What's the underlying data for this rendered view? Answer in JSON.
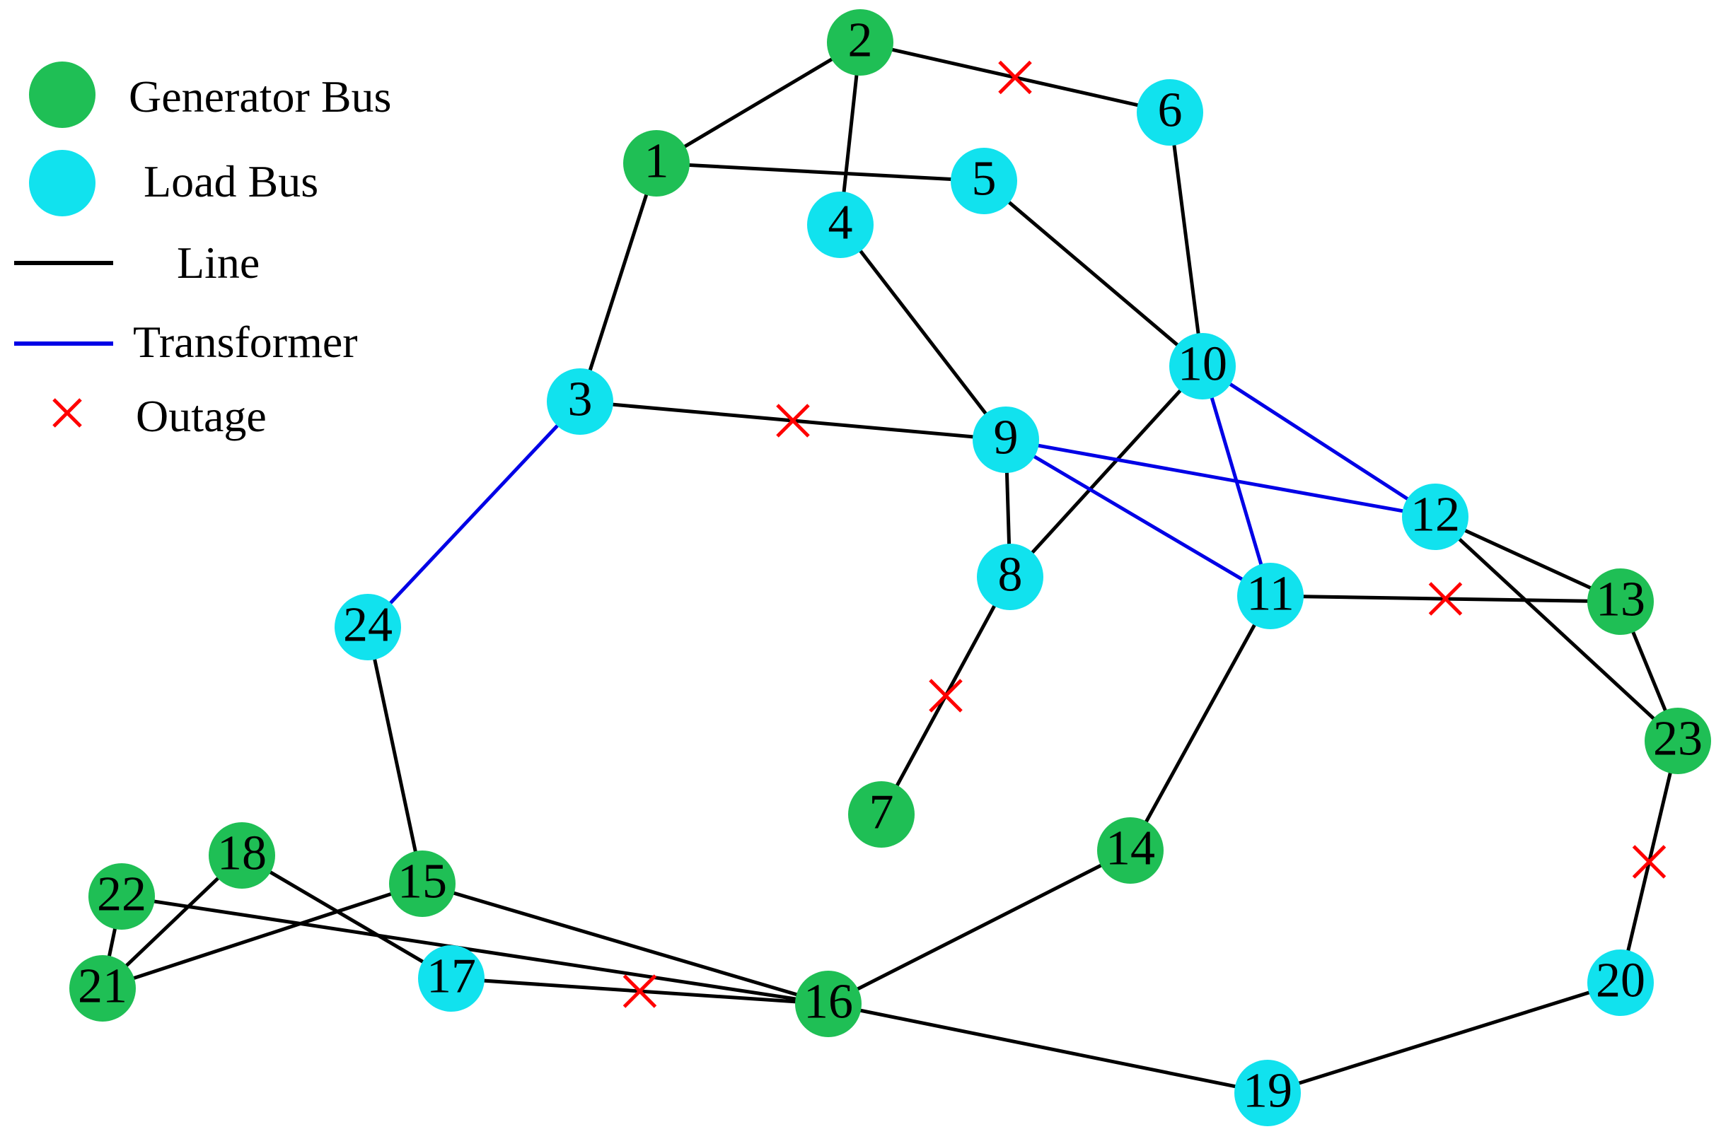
{
  "legend": {
    "generator_label": "Generator Bus",
    "load_label": "Load Bus",
    "line_label": "Line",
    "transformer_label": "Transformer",
    "outage_label": "Outage"
  },
  "colors": {
    "generator": "#1fbf55",
    "load": "#11e2ee",
    "line": "#000000",
    "transformer": "#0000e6",
    "outage": "#ff0000"
  },
  "buses": [
    {
      "id": "1",
      "type": "generator"
    },
    {
      "id": "2",
      "type": "generator"
    },
    {
      "id": "3",
      "type": "load"
    },
    {
      "id": "4",
      "type": "load"
    },
    {
      "id": "5",
      "type": "load"
    },
    {
      "id": "6",
      "type": "load"
    },
    {
      "id": "7",
      "type": "generator"
    },
    {
      "id": "8",
      "type": "load"
    },
    {
      "id": "9",
      "type": "load"
    },
    {
      "id": "10",
      "type": "load"
    },
    {
      "id": "11",
      "type": "load"
    },
    {
      "id": "12",
      "type": "load"
    },
    {
      "id": "13",
      "type": "generator"
    },
    {
      "id": "14",
      "type": "generator"
    },
    {
      "id": "15",
      "type": "generator"
    },
    {
      "id": "16",
      "type": "generator"
    },
    {
      "id": "17",
      "type": "load"
    },
    {
      "id": "18",
      "type": "generator"
    },
    {
      "id": "19",
      "type": "load"
    },
    {
      "id": "20",
      "type": "load"
    },
    {
      "id": "21",
      "type": "generator"
    },
    {
      "id": "22",
      "type": "generator"
    },
    {
      "id": "23",
      "type": "generator"
    },
    {
      "id": "24",
      "type": "load"
    }
  ],
  "branches": [
    {
      "from": "1",
      "to": "2",
      "kind": "line",
      "outage": false
    },
    {
      "from": "1",
      "to": "3",
      "kind": "line",
      "outage": false
    },
    {
      "from": "1",
      "to": "5",
      "kind": "line",
      "outage": false
    },
    {
      "from": "2",
      "to": "4",
      "kind": "line",
      "outage": false
    },
    {
      "from": "2",
      "to": "6",
      "kind": "line",
      "outage": true
    },
    {
      "from": "3",
      "to": "9",
      "kind": "line",
      "outage": true
    },
    {
      "from": "3",
      "to": "24",
      "kind": "transformer",
      "outage": false
    },
    {
      "from": "4",
      "to": "9",
      "kind": "line",
      "outage": false
    },
    {
      "from": "5",
      "to": "10",
      "kind": "line",
      "outage": false
    },
    {
      "from": "6",
      "to": "10",
      "kind": "line",
      "outage": false
    },
    {
      "from": "7",
      "to": "8",
      "kind": "line",
      "outage": true
    },
    {
      "from": "8",
      "to": "9",
      "kind": "line",
      "outage": false
    },
    {
      "from": "8",
      "to": "10",
      "kind": "line",
      "outage": false
    },
    {
      "from": "9",
      "to": "11",
      "kind": "transformer",
      "outage": false
    },
    {
      "from": "9",
      "to": "12",
      "kind": "transformer",
      "outage": false
    },
    {
      "from": "10",
      "to": "11",
      "kind": "transformer",
      "outage": false
    },
    {
      "from": "10",
      "to": "12",
      "kind": "transformer",
      "outage": false
    },
    {
      "from": "11",
      "to": "13",
      "kind": "line",
      "outage": true
    },
    {
      "from": "11",
      "to": "14",
      "kind": "line",
      "outage": false
    },
    {
      "from": "12",
      "to": "13",
      "kind": "line",
      "outage": false
    },
    {
      "from": "12",
      "to": "23",
      "kind": "line",
      "outage": false
    },
    {
      "from": "13",
      "to": "23",
      "kind": "line",
      "outage": false
    },
    {
      "from": "14",
      "to": "16",
      "kind": "line",
      "outage": false
    },
    {
      "from": "15",
      "to": "16",
      "kind": "line",
      "outage": false
    },
    {
      "from": "15",
      "to": "21",
      "kind": "line",
      "outage": false
    },
    {
      "from": "15",
      "to": "24",
      "kind": "line",
      "outage": false
    },
    {
      "from": "16",
      "to": "17",
      "kind": "line",
      "outage": true
    },
    {
      "from": "16",
      "to": "19",
      "kind": "line",
      "outage": false
    },
    {
      "from": "16",
      "to": "22",
      "kind": "line",
      "outage": false
    },
    {
      "from": "17",
      "to": "18",
      "kind": "line",
      "outage": false
    },
    {
      "from": "18",
      "to": "21",
      "kind": "line",
      "outage": false
    },
    {
      "from": "19",
      "to": "20",
      "kind": "line",
      "outage": false
    },
    {
      "from": "20",
      "to": "23",
      "kind": "line",
      "outage": true
    },
    {
      "from": "21",
      "to": "22",
      "kind": "line",
      "outage": false
    }
  ]
}
